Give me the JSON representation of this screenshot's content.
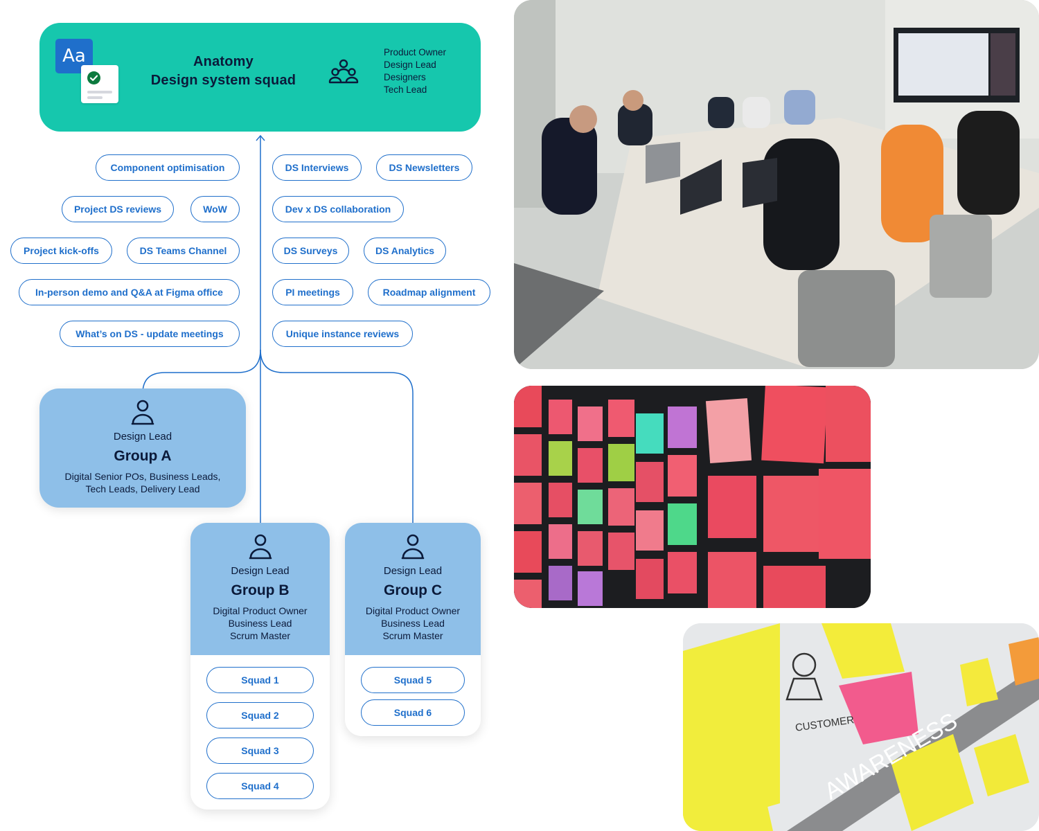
{
  "header": {
    "logo_text": "Aa",
    "title_line1": "Anatomy",
    "title_line2": "Design system squad",
    "roles": [
      "Product Owner",
      "Design Lead",
      "Designers",
      "Tech Lead"
    ]
  },
  "left_pills": [
    "Component optimisation",
    "Project DS reviews",
    "WoW",
    "Project kick-offs",
    "DS Teams Channel",
    "In-person demo and Q&A at Figma office",
    "What’s on DS - update meetings"
  ],
  "right_pills": [
    "DS Interviews",
    "DS Newsletters",
    "Dev x DS collaboration",
    "DS Surveys",
    "DS Analytics",
    "PI meetings",
    "Roadmap alignment",
    "Unique instance reviews"
  ],
  "groups": [
    {
      "role": "Design Lead",
      "name": "Group A",
      "desc": [
        "Digital Senior POs, Business Leads,",
        "Tech Leads, Delivery Lead"
      ],
      "squads": []
    },
    {
      "role": "Design Lead",
      "name": "Group B",
      "desc": [
        "Digital Product Owner",
        "Business Lead",
        "Scrum Master"
      ],
      "squads": [
        "Squad 1",
        "Squad 2",
        "Squad 3",
        "Squad 4"
      ]
    },
    {
      "role": "Design Lead",
      "name": "Group C",
      "desc": [
        "Digital Product Owner",
        "Business Lead",
        "Scrum Master"
      ],
      "squads": [
        "Squad 5",
        "Squad 6"
      ]
    }
  ],
  "photo_text": {
    "board_customer": "CUSTOMER",
    "board_awareness": "AWARENESS"
  },
  "colors": {
    "teal": "#16c7ad",
    "blue": "#1f6fcb",
    "group_blue": "#8ebfe8",
    "navy": "#0b1a3a"
  }
}
